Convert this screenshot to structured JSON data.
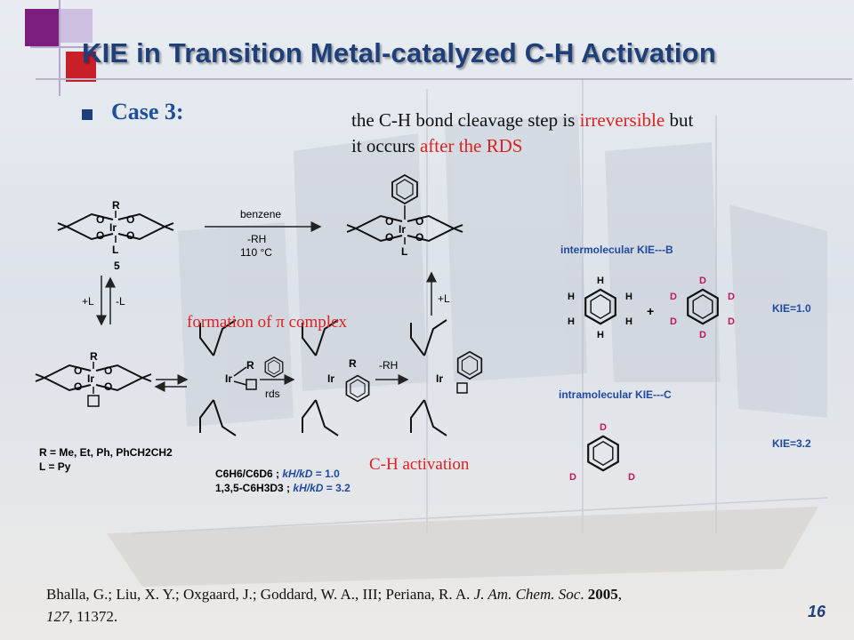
{
  "slide": {
    "title": "KIE in Transition Metal-catalyzed C-H Activation",
    "page_number": "16"
  },
  "case": {
    "label": "Case 3:",
    "desc_line1_a": "the C-H bond cleavage step is ",
    "desc_line1_red": "irreversible",
    "desc_line1_b": " but",
    "desc_line2_a": "it occurs ",
    "desc_line2_red": "after the RDS"
  },
  "annotations": {
    "pi_complex": "formation of π complex",
    "ch_activation": "C-H activation"
  },
  "scheme": {
    "reagent_top": "benzene",
    "cond_rh": "-RH",
    "cond_temp": "110 °C",
    "compound_number": "5",
    "arrow_plus_l": "+L",
    "arrow_minus_l": "-L",
    "arrow_plus_l_right": "+L",
    "rds_label": "rds",
    "rh_label": "-RH",
    "atom_ir": "Ir",
    "atom_o": "O",
    "atom_r": "R",
    "atom_l": "L",
    "r_definition": "R = Me, Et, Ph, PhCH2CH2",
    "l_definition": "L = Py",
    "kie_line1_formula": "C6H6/C6D6 ;",
    "kie_line1_value": "= 1.0",
    "kie_line2_formula": "1,3,5-C6H3D3 ;",
    "kie_line2_value": "= 3.2",
    "kie_ratio": "kH/kD"
  },
  "kie_panel": {
    "inter_title": "intermolecular KIE---B",
    "inter_value": "KIE=1.0",
    "intra_title": "intramolecular KIE---C",
    "intra_value": "KIE=3.2",
    "atom_h": "H",
    "atom_d": "D",
    "plus": "+"
  },
  "citation": {
    "authors": "Bhalla, G.; Liu, X. Y.; Oxgaard, J.; Goddard, W. A., III; Periana, R. A. ",
    "journal": "J. Am. Chem. Soc",
    "year": "2005",
    "volume": "127",
    "pages": ", 11372."
  },
  "colors": {
    "title": "#1f3f7a",
    "case_label": "#1f4f99",
    "highlight_red": "#e02020",
    "kie_blue": "#1f4aa0"
  }
}
